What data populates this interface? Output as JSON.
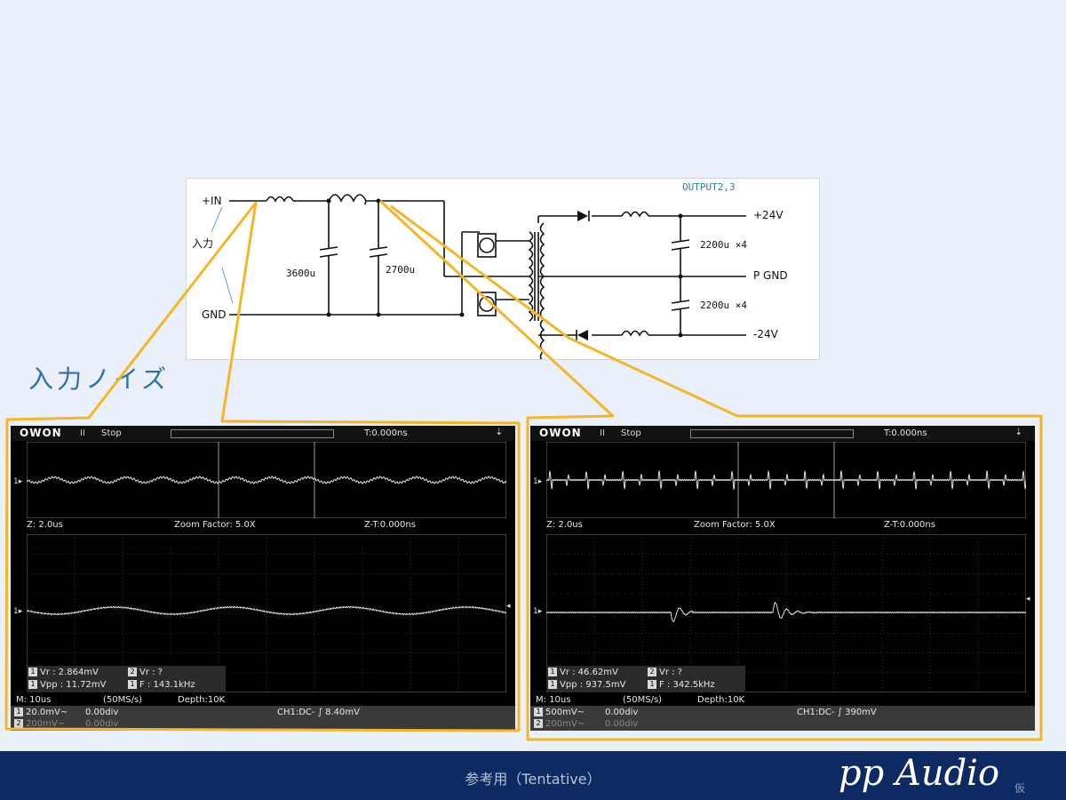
{
  "schematic": {
    "in_plus": "+IN",
    "in_gnd": "GND",
    "input_label": "入力",
    "cap1": "3600u",
    "cap2": "2700u",
    "output_header": "OUTPUT2,3",
    "out_pos": "+24V",
    "out_pgnd": "P GND",
    "out_neg": "-24V",
    "cap_top": "2200u ×4",
    "cap_bot": "2200u ×4"
  },
  "noise_title": "入力ノイズ",
  "scopes": [
    {
      "brand": "OWON",
      "pause": "II",
      "state": "Stop",
      "trigger_pos": "T:0.000ns",
      "zoom_z": "Z: 2.0us",
      "zoom_factor": "Zoom Factor: 5.0X",
      "zoom_t": "Z-T:0.000ns",
      "meas": {
        "vr1": "Vr : 2.864mV",
        "vr2": "Vr :     ?",
        "vpp": "Vpp : 11.72mV",
        "freq": "F : 143.1kHz"
      },
      "timebase": "M: 10us",
      "sample": "(50MS/s)",
      "depth": "Depth:10K",
      "ch1_scale": "20.0mV~",
      "ch1_offset": "0.00div",
      "ch2_scale": "200mV~",
      "ch2_offset": "0.00div",
      "trigger": "CH1:DC- ∫ 8.40mV"
    },
    {
      "brand": "OWON",
      "pause": "II",
      "state": "Stop",
      "trigger_pos": "T:0.000ns",
      "zoom_z": "Z: 2.0us",
      "zoom_factor": "Zoom Factor: 5.0X",
      "zoom_t": "Z-T:0.000ns",
      "meas": {
        "vr1": "Vr : 46.62mV",
        "vr2": "Vr :     ?",
        "vpp": "Vpp : 937.5mV",
        "freq": "F : 342.5kHz"
      },
      "timebase": "M: 10us",
      "sample": "(50MS/s)",
      "depth": "Depth:10K",
      "ch1_scale": "500mV~",
      "ch1_offset": "0.00div",
      "ch2_scale": "200mV~",
      "ch2_offset": "0.00div",
      "trigger": "CH1:DC- ∫ 390mV"
    }
  ],
  "footer": {
    "note": "参考用（Tentative）",
    "logo": "pp Audio",
    "logo_sub": "仮"
  },
  "colors": {
    "highlight": "#f3b52a",
    "background": "#eaf0f9",
    "footer": "#0d2a63",
    "accent_text": "#2f6fae"
  }
}
